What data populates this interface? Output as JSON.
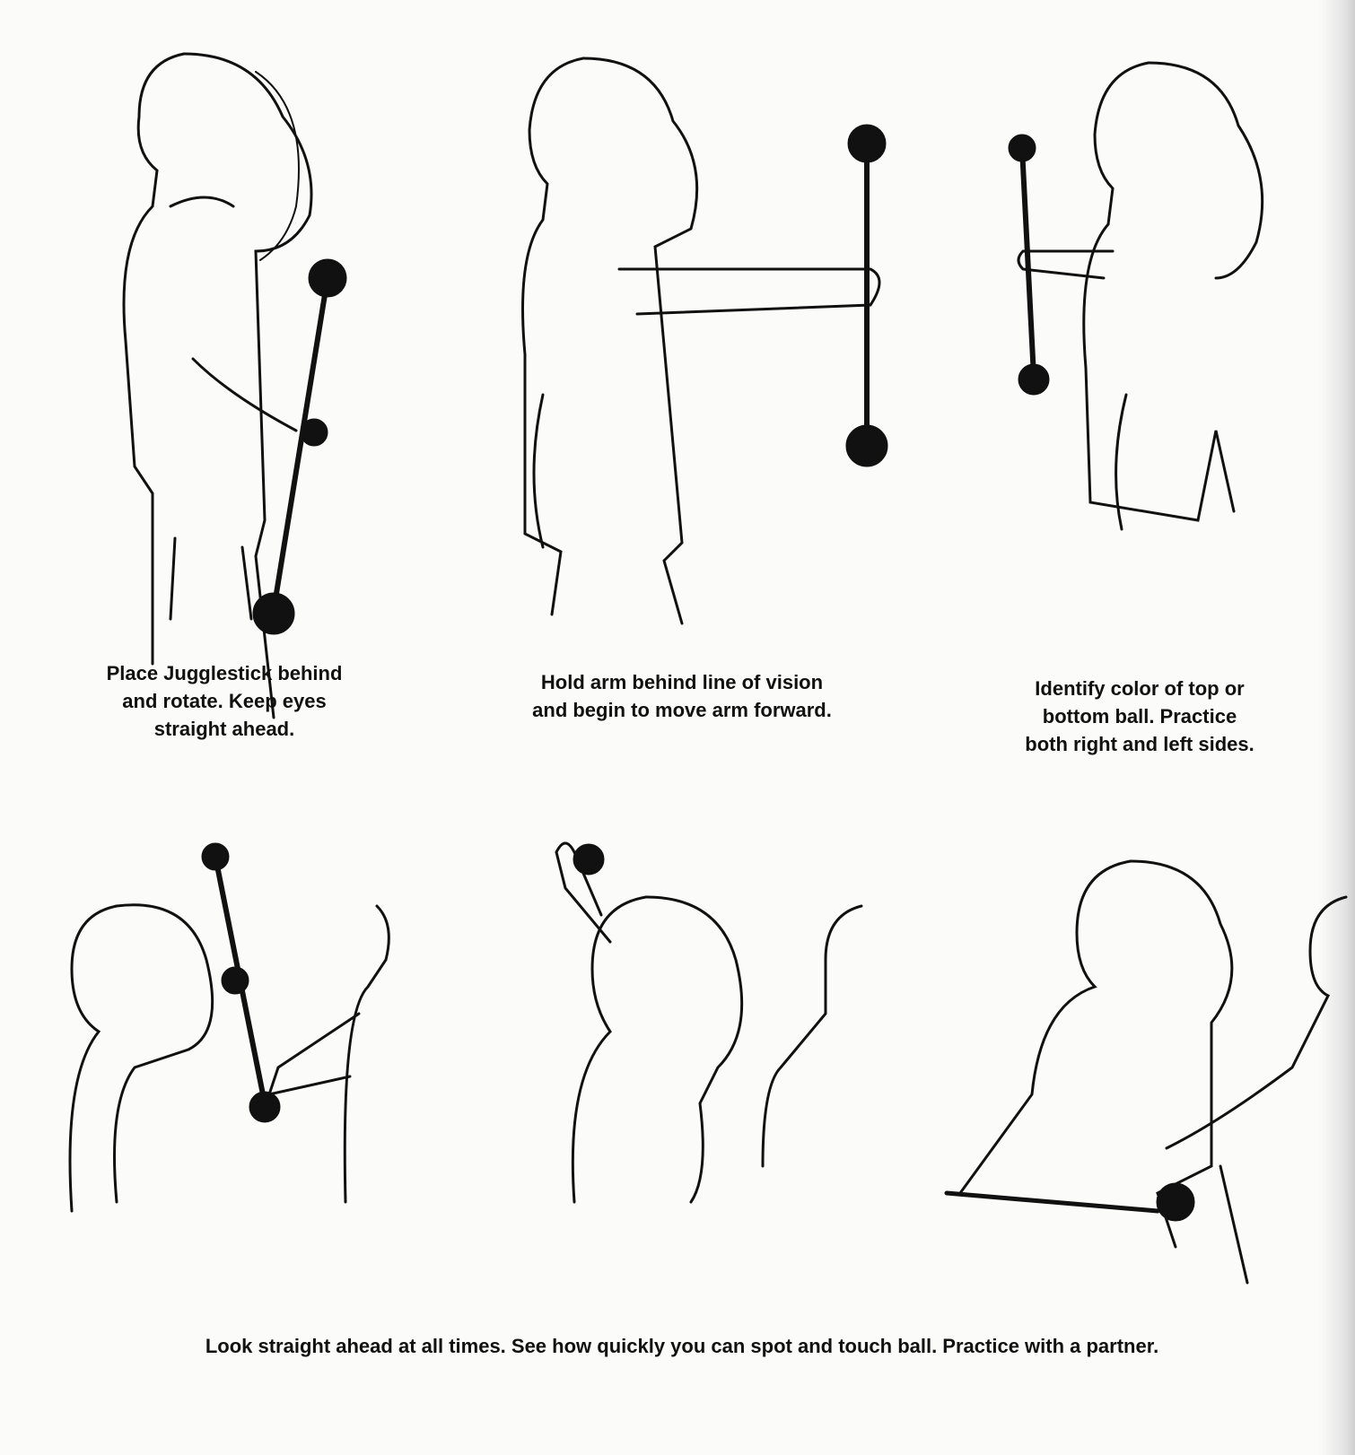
{
  "panels": [
    {
      "caption_line1": "Place Jugglestick behind",
      "caption_line2": "and rotate. Keep eyes",
      "caption_line3": "straight ahead."
    },
    {
      "caption_line1": "Hold arm behind line of vision",
      "caption_line2": "and begin to move arm forward."
    },
    {
      "caption_line1": "Identify color of top or",
      "caption_line2": "bottom ball. Practice",
      "caption_line3": "both right and left sides."
    }
  ],
  "bottom_caption": "Look straight ahead at all times. See how quickly you can spot and touch ball. Practice with a partner."
}
